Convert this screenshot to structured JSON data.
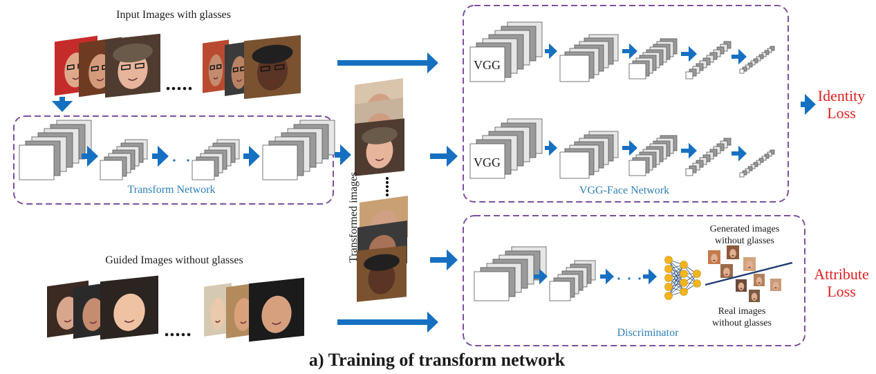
{
  "labels": {
    "input_images": "Input Images with glasses",
    "guided_images": "Guided Images without glasses",
    "transformed_images": "Transformed images",
    "transform_network": "Transform Network",
    "vgg_face_network": "VGG-Face Network",
    "discriminator": "Discriminator",
    "vgg": "VGG",
    "identity_loss": [
      "Identity",
      "Loss"
    ],
    "attribute_loss": [
      "Attribute",
      "Loss"
    ],
    "generated": [
      "Generated images",
      "without glasses"
    ],
    "real": [
      "Real images",
      "without glasses"
    ],
    "caption": "a) Training of transform network"
  },
  "colors": {
    "arrow": "#1670c1",
    "dashed_box": "#7b4fa0",
    "network_label": "#2e7fb7",
    "loss_label": "#e02020",
    "neuron": "#f2b51d"
  }
}
